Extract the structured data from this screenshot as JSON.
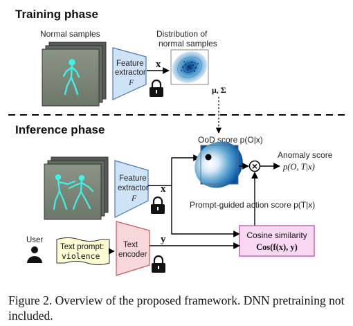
{
  "training": {
    "heading": "Training phase",
    "samples_label": "Normal samples",
    "extractor_line1": "Feature",
    "extractor_line2": "extractor",
    "extractor_symbol": "F",
    "x_symbol": "x",
    "dist_line1": "Distribution of",
    "dist_line2": "normal samples",
    "params": "μ, Σ"
  },
  "inference": {
    "heading": "Inference phase",
    "extractor_line1": "Feature",
    "extractor_line2": "extractor",
    "extractor_symbol": "F",
    "x_symbol": "x",
    "y_symbol": "y",
    "ood_label": "OoD score p(O|x)",
    "anomaly_label": "Anomaly score",
    "anomaly_formula": "p(O, T|x)",
    "prompt_score_label": "Prompt-guided action score p(T|x)",
    "user_label": "User",
    "prompt_line1": "Text prompt:",
    "prompt_line2": "violence",
    "text_encoder_line1": "Text",
    "text_encoder_line2": "encoder",
    "cosine_line1": "Cosine similarity",
    "cosine_line2": "Cos(f(x), y)",
    "multiply_symbol": "×"
  },
  "caption": "Figure 2. Overview of the proposed framework. DNN pretraining not included.",
  "colors": {
    "extractor_fill": "#cfe3f7",
    "encoder_fill": "#f7d7d9",
    "cosine_fill": "#f9d8f2",
    "cosine_border": "#c45bb0",
    "prompt_fill": "#fdfbd3",
    "gaussian_dark": "#08306b",
    "gaussian_light": "#deebf7"
  }
}
